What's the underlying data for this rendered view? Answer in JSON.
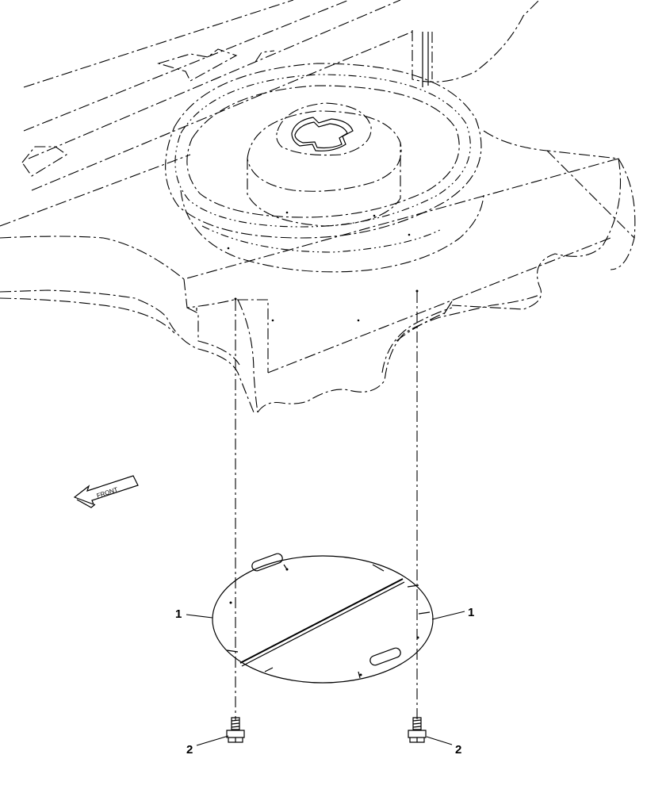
{
  "direction_label": "FRONT",
  "callouts": {
    "cover_left": "1",
    "cover_right": "1",
    "bolt_left": "2",
    "bolt_right": "2"
  }
}
